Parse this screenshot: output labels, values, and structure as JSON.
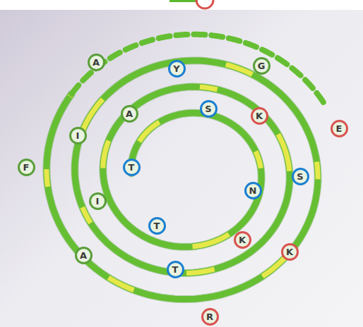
{
  "diagram": {
    "nodes": [
      {
        "text": [
          "A"
        ]
      },
      {
        "text": [
          "Y"
        ]
      },
      {
        "text": [
          "G"
        ]
      },
      {
        "text": [
          "A"
        ]
      },
      {
        "text": [
          "S"
        ]
      },
      {
        "text": [
          "K"
        ]
      },
      {
        "text": [
          "E"
        ]
      },
      {
        "text": [
          "I"
        ]
      },
      {
        "text": [
          "F"
        ]
      },
      {
        "text": [
          "T"
        ]
      },
      {
        "text": [
          "S"
        ]
      },
      {
        "text": [
          "N"
        ]
      },
      {
        "text": [
          "I"
        ]
      },
      {
        "text": [
          "T"
        ]
      },
      {
        "text": [
          "K"
        ]
      },
      {
        "text": [
          "K"
        ]
      },
      {
        "text": [
          "A"
        ]
      },
      {
        "text": [
          "T"
        ]
      },
      {
        "text": [
          "R"
        ]
      }
    ]
  }
}
